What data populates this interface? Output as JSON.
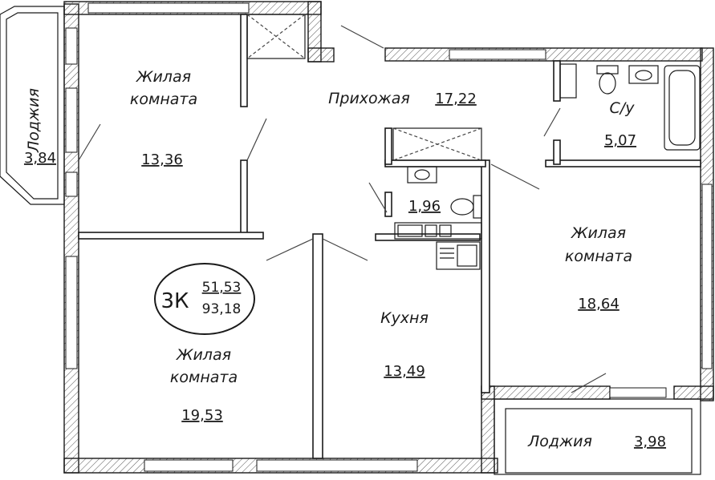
{
  "apartment": {
    "type_label": "3К",
    "living_area": "51,53",
    "total_area": "93,18"
  },
  "rooms": {
    "loggia_left": {
      "name": "Лоджия",
      "area": "3,84"
    },
    "bedroom_top_left": {
      "name_line1": "Жилая",
      "name_line2": "комната",
      "area": "13,36"
    },
    "hallway": {
      "name": "Прихожая",
      "area": "17,22"
    },
    "bathroom": {
      "name": "С/у",
      "area": "5,07"
    },
    "wc": {
      "area": "1,96"
    },
    "bedroom_right": {
      "name_line1": "Жилая",
      "name_line2": "комната",
      "area": "18,64"
    },
    "kitchen": {
      "name": "Кухня",
      "area": "13,49"
    },
    "bedroom_bottom_left": {
      "name_line1": "Жилая",
      "name_line2": "комната",
      "area": "19,53"
    },
    "loggia_bottom": {
      "name": "Лоджия",
      "area": "3,98"
    }
  }
}
